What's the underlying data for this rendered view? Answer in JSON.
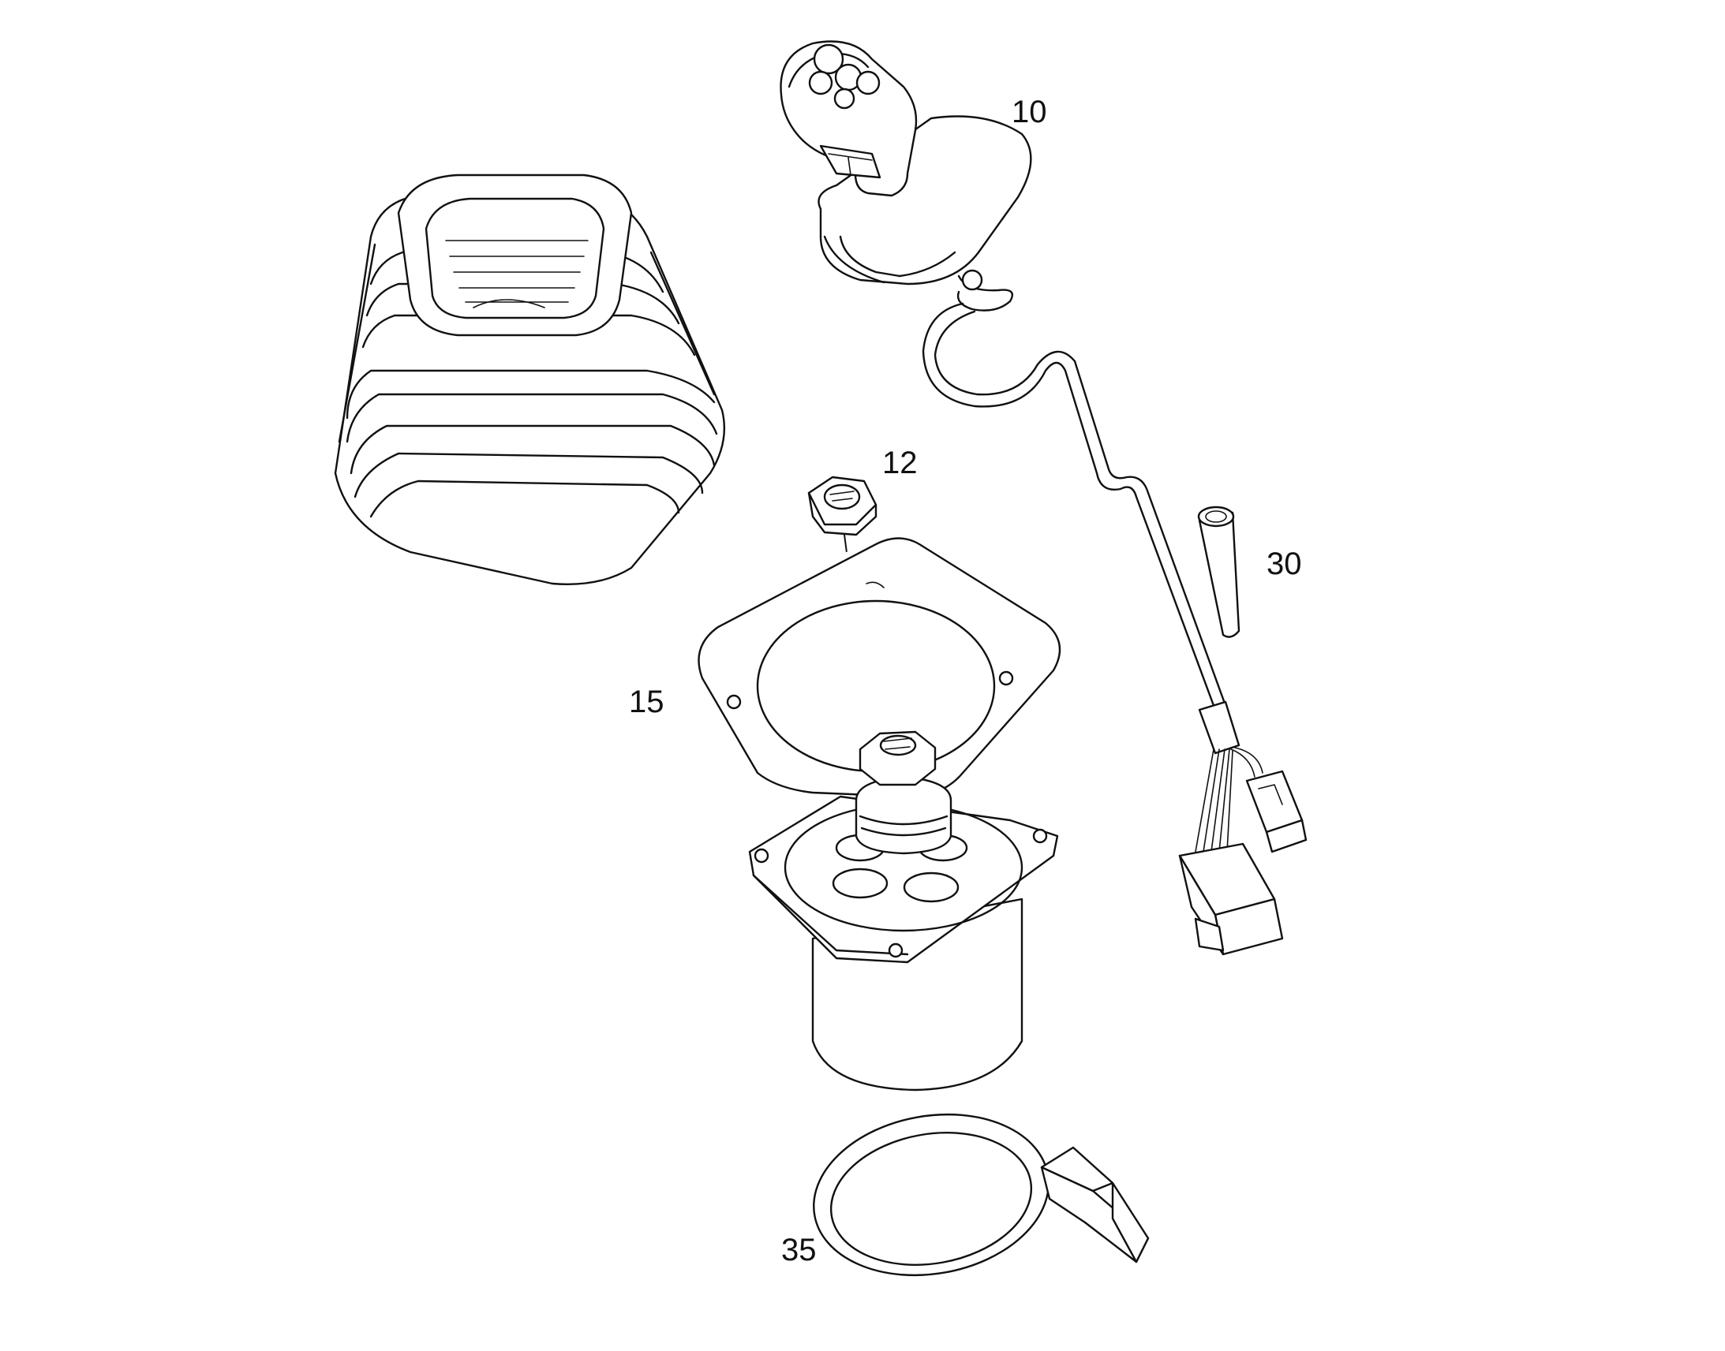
{
  "diagram": {
    "colors": {
      "line": "#111111",
      "background": "#ffffff"
    },
    "callouts": [
      {
        "id": "10",
        "label": "10"
      },
      {
        "id": "12",
        "label": "12"
      },
      {
        "id": "15",
        "label": "15"
      },
      {
        "id": "30",
        "label": "30"
      },
      {
        "id": "35",
        "label": "35"
      }
    ]
  }
}
